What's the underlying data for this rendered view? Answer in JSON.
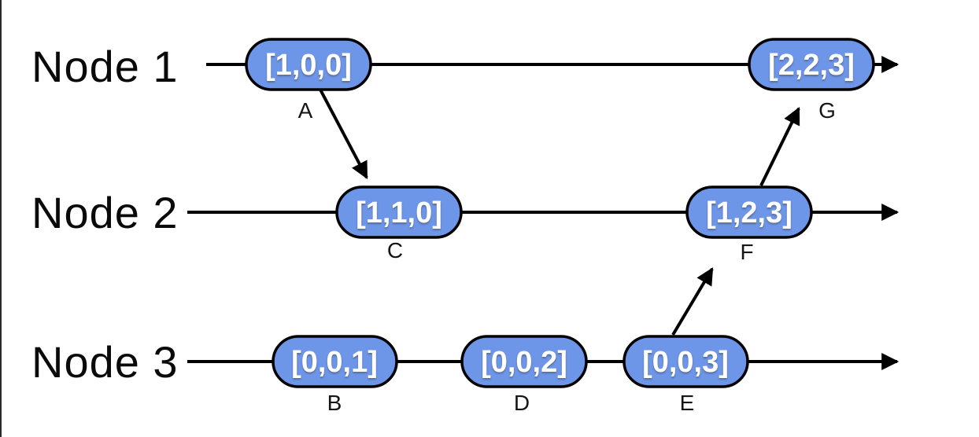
{
  "colors": {
    "background": "#ffffff",
    "pill_fill": "#6E96E8",
    "pill_border": "#000000",
    "pill_text": "#ffffff",
    "line": "#000000",
    "label_text": "#0a0a0a"
  },
  "nodes": [
    {
      "label": "Node 1"
    },
    {
      "label": "Node 2"
    },
    {
      "label": "Node 3"
    }
  ],
  "events": [
    {
      "id": "A",
      "clock": "[1,0,0]",
      "node": "Node 1"
    },
    {
      "id": "B",
      "clock": "[0,0,1]",
      "node": "Node 3"
    },
    {
      "id": "C",
      "clock": "[1,1,0]",
      "node": "Node 2"
    },
    {
      "id": "D",
      "clock": "[0,0,2]",
      "node": "Node 3"
    },
    {
      "id": "E",
      "clock": "[0,0,3]",
      "node": "Node 3"
    },
    {
      "id": "F",
      "clock": "[1,2,3]",
      "node": "Node 2"
    },
    {
      "id": "G",
      "clock": "[2,2,3]",
      "node": "Node 1"
    }
  ],
  "messages": [
    {
      "from": "A",
      "to": "C"
    },
    {
      "from": "E",
      "to": "F"
    },
    {
      "from": "F",
      "to": "G"
    }
  ]
}
